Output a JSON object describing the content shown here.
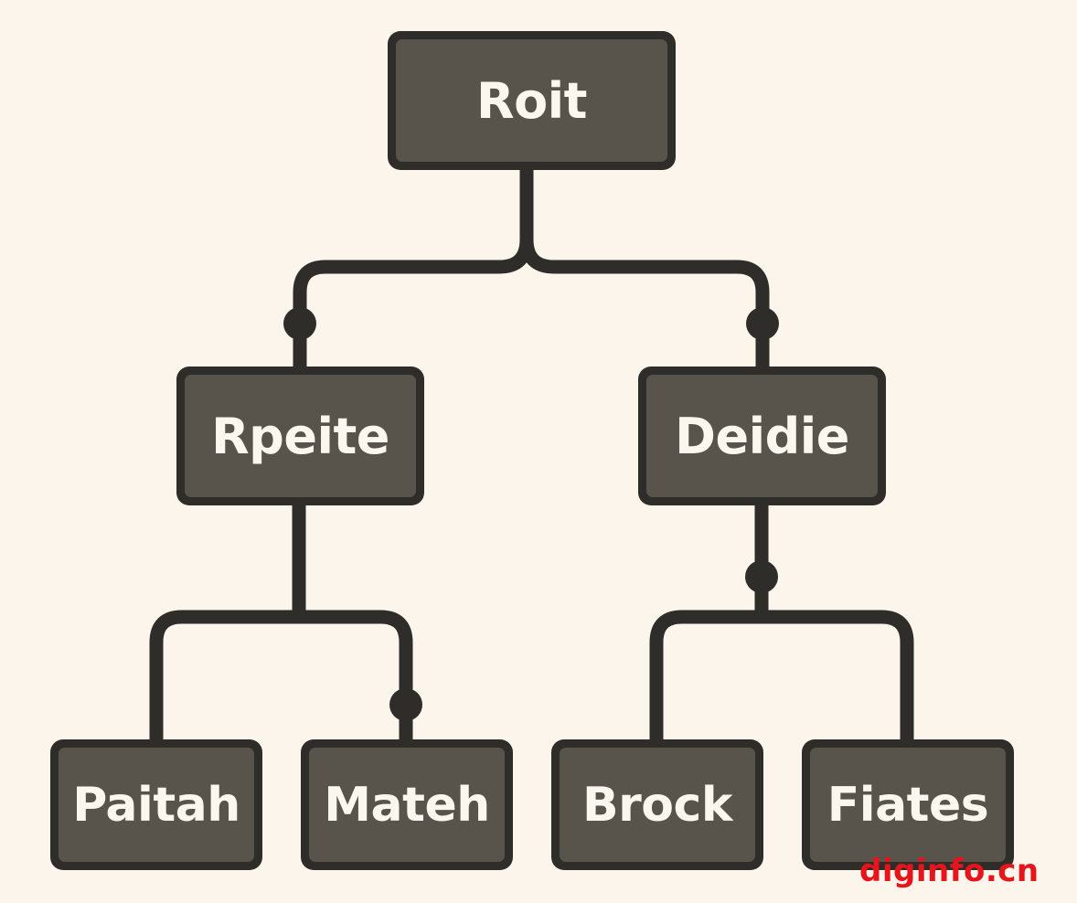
{
  "diagram": {
    "type": "tree",
    "colors": {
      "background": "#fbf5ec",
      "node_border": "#2f2d29",
      "node_fill": "#59544b",
      "node_text": "#fbf6ee",
      "connector": "#2f2d29",
      "watermark": "#e8141b"
    },
    "nodes": {
      "root": {
        "label": "Roit"
      },
      "rpeite": {
        "label": "Rpeite"
      },
      "deidie": {
        "label": "Deidie"
      },
      "paitah": {
        "label": "Paitah"
      },
      "mateh": {
        "label": "Mateh"
      },
      "brock": {
        "label": "Brock"
      },
      "fiates": {
        "label": "Fiates"
      }
    },
    "edges": [
      {
        "from": "Roit",
        "to": "Rpeite"
      },
      {
        "from": "Roit",
        "to": "Deidie"
      },
      {
        "from": "Rpeite",
        "to": "Paitah"
      },
      {
        "from": "Rpeite",
        "to": "Mateh"
      },
      {
        "from": "Deidie",
        "to": "Brock"
      },
      {
        "from": "Deidie",
        "to": "Fiates"
      }
    ]
  },
  "watermark": "diginfo.cn"
}
